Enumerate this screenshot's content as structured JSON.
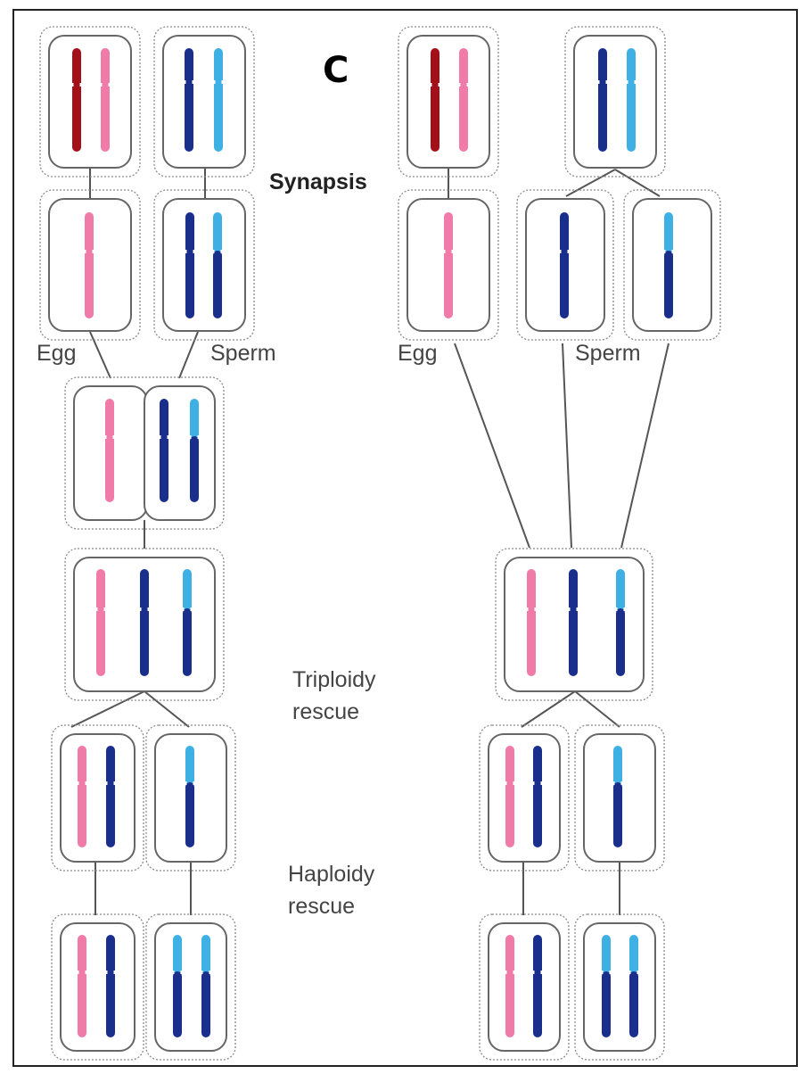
{
  "panel_letter": "C",
  "labels": {
    "synapsis": "Synapsis",
    "egg_left": "Egg",
    "sperm_left": "Sperm",
    "egg_right": "Egg",
    "sperm_right": "Sperm",
    "triploidy_line1": "Triploidy",
    "triploidy_line2": "rescue",
    "haploidy_line1": "Haploidy",
    "haploidy_line2": "rescue"
  },
  "colors": {
    "maternal_dark": "#a3101a",
    "maternal_light": "#f07aa8",
    "paternal_dark": "#1a2f8c",
    "paternal_light": "#3fb0e4",
    "cell_border": "#666666",
    "halo": "#8a8a8a",
    "connector": "#555555",
    "frame": "#222222"
  }
}
